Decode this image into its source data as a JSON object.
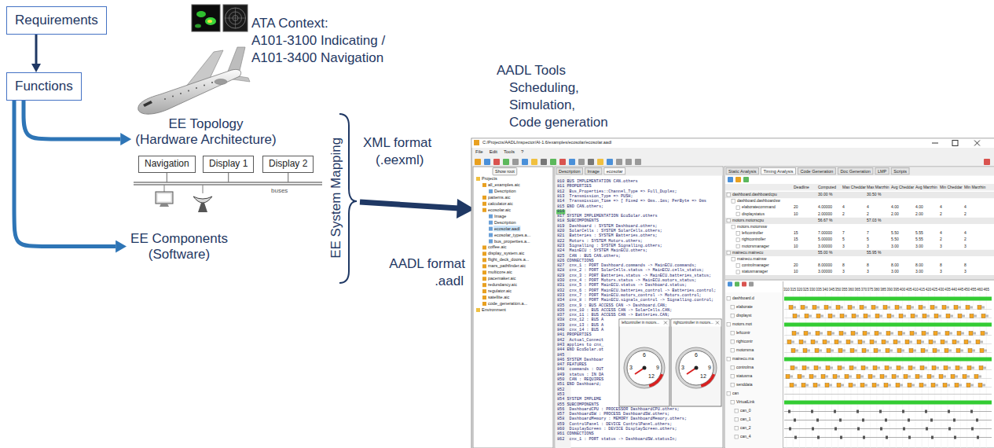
{
  "diagram": {
    "nodes": [
      {
        "text": [
          "Requirements"
        ]
      },
      {
        "text": [
          "Functions"
        ]
      },
      {
        "text": [
          "EE Topology",
          "(Hardware Architecture)"
        ]
      },
      {
        "text": [
          "Navigation"
        ]
      },
      {
        "text": [
          "Display 1"
        ]
      },
      {
        "text": [
          "Display 2"
        ]
      },
      {
        "text": [
          "EE Components",
          "(Software)"
        ]
      }
    ],
    "edges": [
      {
        "from": 0,
        "to": 1,
        "arrow": "to"
      },
      {
        "from": 1,
        "to": 2,
        "arrow": "to"
      },
      {
        "from": 1,
        "to": 6,
        "arrow": "to"
      }
    ],
    "labels": [
      "ATA Context:",
      "A101-3100 Indicating /",
      "A101-3400 Navigation",
      "buses",
      "EE System Mapping",
      "XML format",
      "(.eexml)",
      "AADL format",
      ".aadl",
      "AADL Tools",
      "Scheduling,",
      "Simulation,",
      "Code generation",
      "C:/Projects/AADL/inspector/AI-1.6/examples/ecosolar/ecosolar.aadl",
      "File",
      "Edit",
      "Tools",
      "?",
      "Show root",
      "Description",
      "Image",
      "ecosolar",
      "Static Analysis",
      "Timing Analysis",
      "Code Generation",
      "Doc Generation",
      "LMP",
      "Scripts",
      "leftcontroller in motors...",
      "rightcontroller in motors...",
      "6",
      "3",
      "9",
      "12",
      "6",
      "3",
      "9",
      "12",
      "Projects",
      "all_examples.aic",
      "Description",
      "patterns.aic",
      "calculator.aic",
      "ecosolar.aic",
      "Image",
      "Description",
      "ecosolar.aadl",
      "ecosolar_types.a...",
      "bus_properties.a...",
      "coffee.aic",
      "display_system.aic",
      "flight_deck_doors.a...",
      "mars_pathfinder.aic",
      "multicore.aic",
      "pacemaker.aic",
      "redundancy.aic",
      "regulator.aic",
      "satellite.aic",
      "code_generation.a...",
      "Environment",
      "810 BUS IMPLEMENTATION CAN.others",
      "811 PROPERTIES",
      "812  Bus_Properties::Channel_Type => Full_Duplex;",
      "813  Transmission_Type => PUSH;",
      "814  Transmission_Time => [ Fixed => 0ms..1ms; PerByte => 0ms",
      "815 END CAN.others;",
      "816",
      "817 SYSTEM IMPLEMENTATION EcoSolar.others",
      "818 SUBCOMPONENTS",
      "819  Dashboard : SYSTEM Dashboard.others;",
      "820  SolarCells : SYSTEM SolarCells.others;",
      "821  Batteries : SYSTEM Batteries.others;",
      "822  Motors : SYSTEM Motors.others;",
      "823  Signalling : SYSTEM Signalling.others;",
      "824  MainECU : SYSTEM MainECU.others;",
      "825  CAN : BUS CAN.others;",
      "826 CONNECTIONS",
      "827  cnx_1 : PORT Dashboard.commands -> MainECU.commands;",
      "828  cnx_2 : PORT SolarCells.status -> MainECU.cells_status;",
      "829  cnx_3 : PORT Batteries.status -> MainECU.batteries_status;",
      "830  cnx_4 : PORT Motors.status -> MainECU.motors_status;",
      "831  cnx_5 : PORT MainECU.status -> Dashboard.status;",
      "832  cnx_6 : PORT MainECU.batteries_control -> Batteries.control;",
      "833  cnx_7 : PORT MainECU.motors_control -> Motors.control;",
      "834  cnx_8 : PORT MainECU.signals_control -> Signalling.control;",
      "835  cnx_9 : BUS ACCESS CAN -> Dashboard.CAN;",
      "836  cnx_10 : BUS ACCESS CAN -> SolarCells.CAN;",
      "837  cnx_11 : BUS ACCESS CAN -> Batteries.CAN;",
      "838  cnx_12 : BUS A",
      "839  cnx_13 : BUS A",
      "840  cnx_14 : BUS A",
      "841 PROPERTIES",
      "842  Actual_Connect",
      "843 applies to cnx_",
      "844 END EcoSolar.ot",
      "845",
      "846 SYSTEM Dashboar",
      "847 FEATURES",
      "848  commands : OUT",
      "849  status : IN DA",
      "850  CAN : REQUIRES",
      "851 END Dashboard;",
      "852",
      "853",
      "854 SYSTEM IMPLEME",
      "855 SUBCOMPONENTS",
      "856  DashboardCPU : PROCESSOR DashboardCPU.others;",
      "857  DashboardSW : PROCESS DashboardSW.others;",
      "858  DashboardMemory : MEMORY DashboardMemory.others;",
      "859  ControlPanel : DEVICE ControlPanel.others;",
      "860  DisplayScreen : DEVICE DisplayScreen.others;",
      "861 CONNECTIONS",
      "862  cnx_1 : PORT status -> DashboardSW.statusIn;",
      "Deadline",
      "Computed",
      "Max Cheddar",
      "Max Marzhin",
      "Avg Cheddar",
      "Avg Marzhin",
      "Min Cheddar",
      "Min Marzhin",
      "dashboard.dashboardcpu",
      "30.00 %",
      "30.50 %",
      "dashboard.dashboardsw",
      "elaboratecommand",
      "20",
      "4.00000",
      "4",
      "4",
      "4.00",
      "4.00",
      "4",
      "4",
      "displaystatus",
      "10",
      "2.00000",
      "2",
      "2",
      "2.00",
      "2.00",
      "2",
      "2",
      "motors.motorscpu",
      "56.67 %",
      "57.03 %",
      "motors.motorssw",
      "leftcontroller",
      "15",
      "7.00000",
      "7",
      "7",
      "5.50",
      "5.55",
      "4",
      "4",
      "rightcontroller",
      "15",
      "5.00000",
      "5",
      "5",
      "5.50",
      "5.55",
      "2",
      "2",
      "motorsmanager",
      "10",
      "3.00000",
      "3",
      "3",
      "3.00",
      "3.00",
      "3",
      "3",
      "mainecu.mainecu",
      "55.00 %",
      "55.95 %",
      "mainecu.mainsw",
      "controlmanager",
      "20",
      "8.00000",
      "8",
      "8",
      "8.00",
      "8.00",
      "8",
      "8",
      "statusmanager",
      "10",
      "3.00000",
      "3",
      "3",
      "3.00",
      "3.00",
      "3",
      "3",
      "310",
      "315",
      "320",
      "325",
      "330",
      "335",
      "340",
      "345",
      "350",
      "355",
      "360",
      "365",
      "370",
      "375",
      "380",
      "385",
      "390",
      "395",
      "400",
      "405",
      "410",
      "415",
      "420",
      "425",
      "430",
      "435",
      "440",
      "445",
      "450",
      "455",
      "460",
      "465",
      "dashboard.d",
      "elaborate",
      "displayst",
      "motors.mot",
      "leftcontr",
      "rightcontr",
      "motorsma",
      "mainecu.ma",
      "controlma",
      "statusma",
      "senddata",
      "can",
      "VirtualLink",
      "can_0",
      "can_1",
      "can_2",
      "can_4"
    ]
  }
}
